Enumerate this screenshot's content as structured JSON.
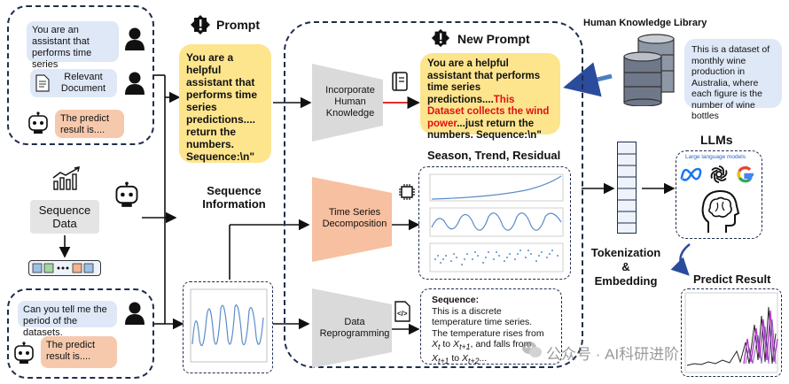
{
  "left": {
    "chat1_text": "You are an assistant that performs time series predictions...",
    "chat1_doc": "Relevant Document",
    "chat1_reply": "The predict result is....",
    "sequence_data": "Sequence\nData",
    "chat2_text": "Can you tell me the period of the datasets.",
    "chat2_reply": "The predict result is...."
  },
  "prompt": {
    "title": "Prompt",
    "text": "You are a helpful assistant that performs time series predictions.... return the numbers. Sequence:\\n\""
  },
  "sequence_information": "Sequence\nInformation",
  "center": {
    "incorporate": "Incorporate\nHuman\nKnowledge",
    "decomposition": "Time Series\nDecomposition",
    "reprogramming": "Data\nReprogramming",
    "new_prompt_title": "New Prompt",
    "new_prompt_a": "You are a helpful assistant that performs time series predictions....",
    "new_prompt_red": "This Dataset collects the wind power",
    "new_prompt_b": "...just return the numbers. Sequence:\\n\"",
    "season_title": "Season, Trend, Residual",
    "seq_desc_title": "Sequence:",
    "seq_desc_1": "This is a discrete temperature time series. The temperature rises from ",
    "seq_desc_x1": "X",
    "seq_desc_2": " to ",
    "seq_desc_3": ", and falls from ",
    "seq_desc_4": " to ",
    "seq_desc_5": "..."
  },
  "library": {
    "title": "Human Knowledge Library",
    "text": "This is a dataset of monthly wine production in Australia, where each figure is the number of wine bottles"
  },
  "right": {
    "llms": "LLMs",
    "llm_label": "Large language models",
    "tokenization": "Tokenization\n&\nEmbedding",
    "predict": "Predict Result"
  },
  "watermark": "公众号 · AI科研进阶",
  "colors": {
    "dash": "#1f2d4d",
    "yellow": "#fde58e",
    "peach": "#f6c9ad",
    "blue_bubble": "#dfe8f6",
    "trapezoid_gray": "#dadada",
    "trapezoid_orange": "#f7c0a0",
    "plot_line": "#5b8cc9",
    "red_text": "#e01010"
  }
}
